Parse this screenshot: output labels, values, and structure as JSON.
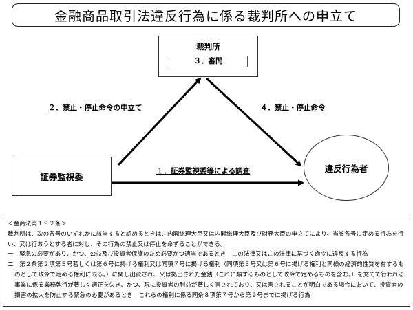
{
  "title": "金融商品取引法違反行為に係る裁判所への申立て",
  "court": {
    "label": "裁判所",
    "step": "３．審問"
  },
  "sec_commission": "証券監視委",
  "violator": "違反行為者",
  "arrows": {
    "step1": "１．証券監視委等による調査",
    "step2": "２．禁止・停止命令の申立て",
    "step4": "４．禁止・停止命令"
  },
  "law": {
    "heading": "＜金商法第１９２条＞",
    "body": "裁判所は、次の各号のいずれかに該当すると認めるときは、内閣総理大臣又は内閣総理大臣及び財務大臣の申立てにより、当該各号に定める行為を行い、又は行おうとする者に対し、その行為の禁止又は停止を命ずることができる。",
    "items": [
      "一　緊急の必要があり、かつ、公益及び投資者保護のため必要かつ適当であるとき　この法律又はこの法律に基づく命令に違反する行為",
      "二　第２条第２項第５号若しくは第６号に掲げる権利又は同項７号に掲げる権利（同項第５号又は第６号に掲げる権利と同様の経済的性質を有するものとして政令で定める権利に限る。）に関し出資され、又は拠出された金銭（これに類するものとして政令で定めるものを含む。）を充てて行われる事業に係る業務執行が著しく適正を欠き、かつ、現に投資者の利益が著しく害されており、又は害されることが明白である場合において、投資者の損害の拡大を防止する緊急の必要があるとき　これらの権利に係る同条８項第７号から第９号までに掲げる行為"
    ]
  }
}
